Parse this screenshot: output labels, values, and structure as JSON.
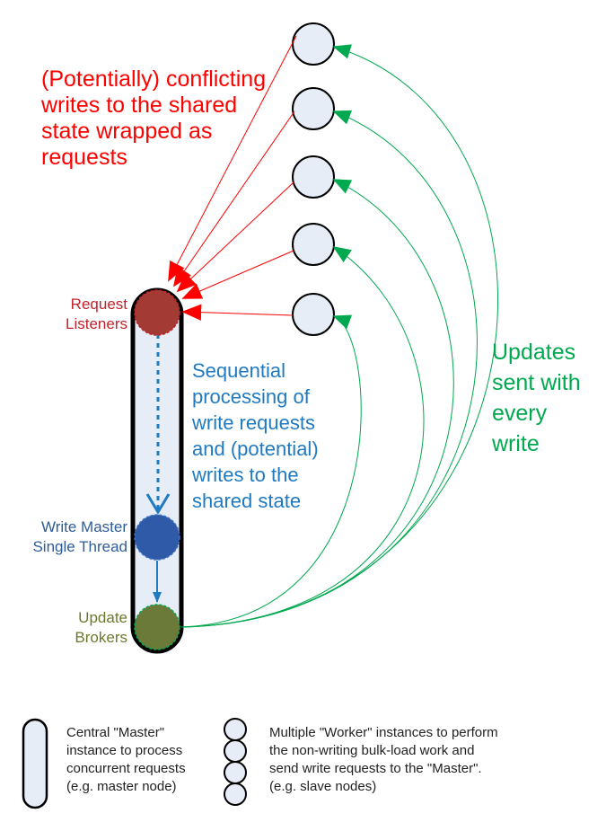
{
  "annotations": {
    "conflicting_writes": "(Potentially) conflicting\nwrites to the shared\nstate wrapped as\nrequests",
    "sequential_processing": "Sequential\nprocessing of\nwrite requests\nand (potential)\nwrites to the\nshared state",
    "updates_sent": "Updates\nsent with\nevery\nwrite"
  },
  "master_nodes": {
    "request_listeners": "Request\nListeners",
    "write_master": "Write Master\nSingle Thread",
    "update_brokers": "Update\nBrokers"
  },
  "legend": {
    "master": "Central \"Master\"\ninstance to process\nconcurrent requests\n(e.g. master node)",
    "workers": "Multiple \"Worker\" instances to perform\nthe non-writing bulk-load work and\nsend write requests to the \"Master\".\n(e.g. slave nodes)"
  },
  "colors": {
    "request_arrows": "#ff0000",
    "update_arrows": "#00a94f",
    "sequential_text": "#1f7ac2",
    "listener_node": "#a33b34",
    "write_master_node": "#2e5aa8",
    "update_broker_node": "#6b7a38",
    "node_fill": "#e6edf7"
  },
  "icons": {
    "worker_node": "circle-node",
    "master_container": "pill-container"
  }
}
